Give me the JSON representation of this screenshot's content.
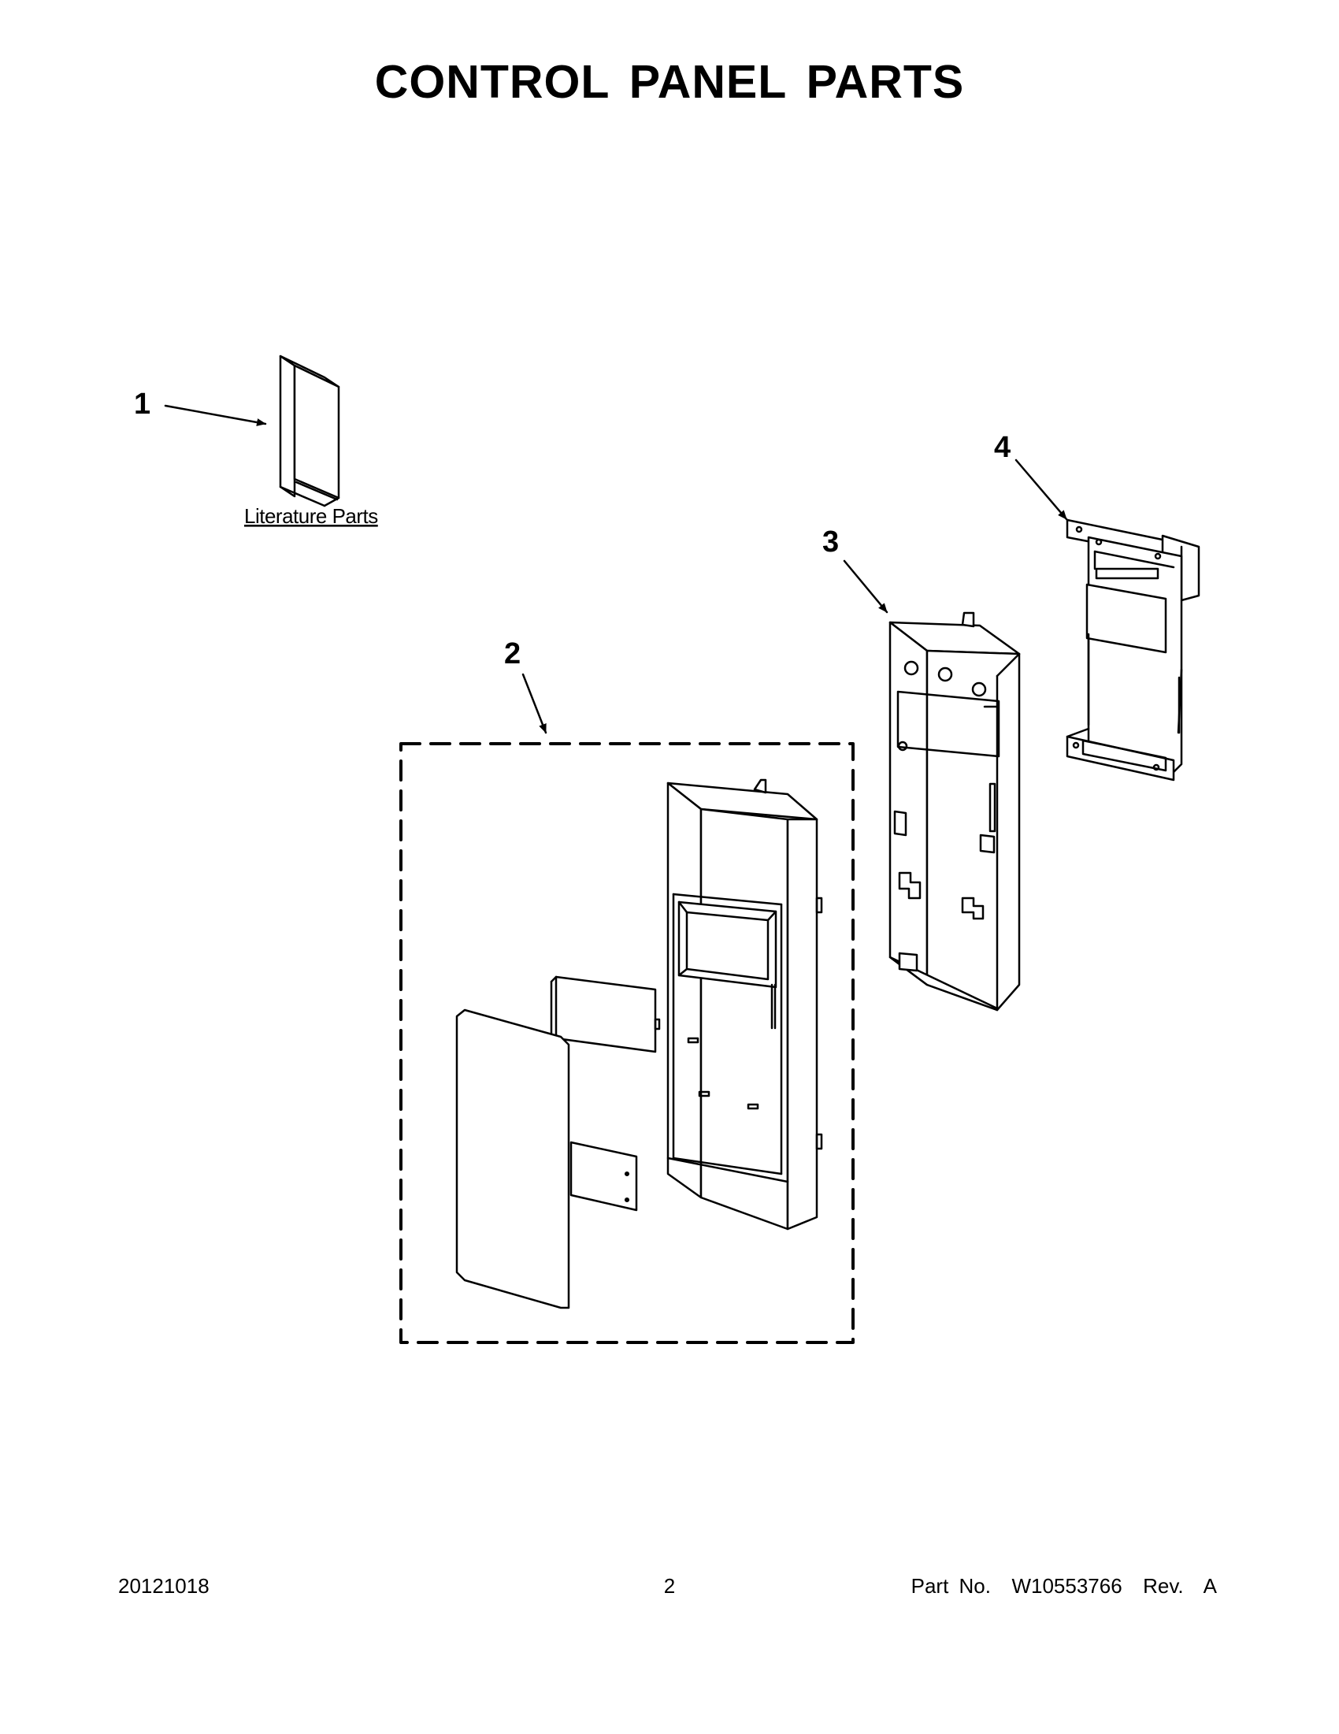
{
  "title": "CONTROL PANEL PARTS",
  "callouts": {
    "item1": "1",
    "item2": "2",
    "item3": "3",
    "item4": "4"
  },
  "literature_label": "Literature Parts",
  "footer": {
    "date": "20121018",
    "page": "2",
    "part_no": "Part No.  W10553766  Rev.  A"
  }
}
